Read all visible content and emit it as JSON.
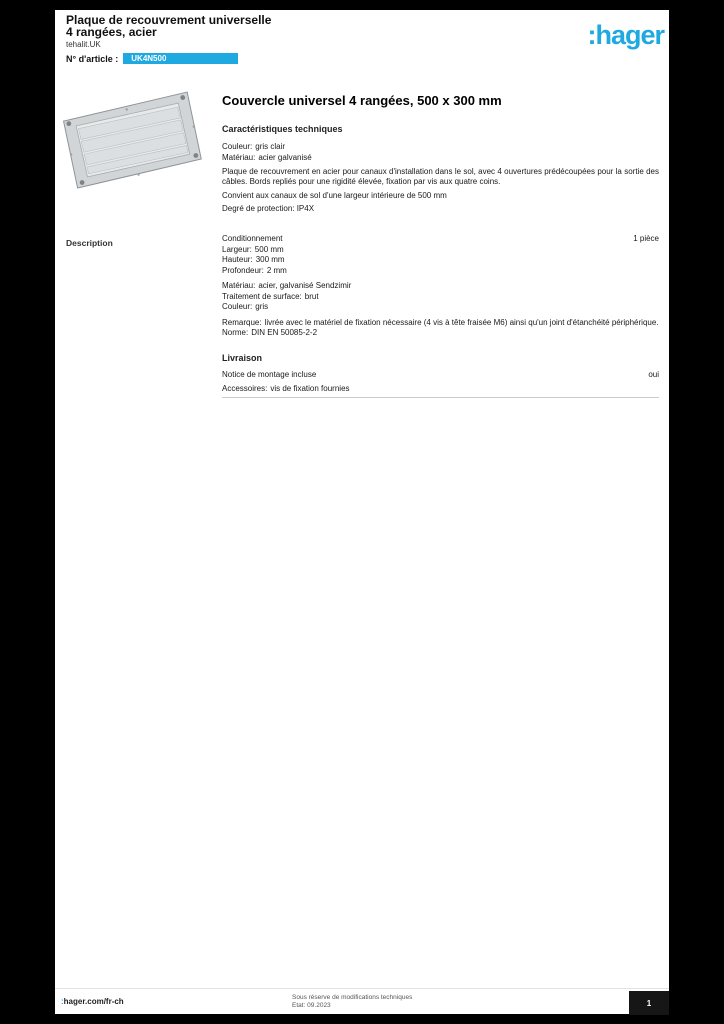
{
  "colors": {
    "accent": "#1fa9e1",
    "page_bg": "#ffffff",
    "canvas_bg": "#000000",
    "footer_box_bg": "#161616"
  },
  "header": {
    "title_line1": "Plaque de recouvrement universelle",
    "title_line2": "4 rangées, acier",
    "subtitle": "tehalit.UK",
    "ref_label": "N° d'article :",
    "badge_text": "UK4N500",
    "logo_text": ":hager"
  },
  "product": {
    "title": "Couvercle universel 4 rangées, 500 x 300 mm"
  },
  "characteristics": {
    "section_title": "Caractéristiques techniques",
    "lines": [
      {
        "label": "Couleur:",
        "value": "gris clair"
      },
      {
        "label": "Matériau:",
        "value": "acier galvanisé"
      }
    ],
    "paragraph": "Plaque de recouvrement en acier pour canaux d'installation dans le sol, avec 4 ouvertures prédécoupées pour la sortie des câbles. Bords repliés pour une rigidité élevée, fixation par vis aux quatre coins.",
    "note": "Convient aux canaux de sol d'une largeur intérieure de 500 mm",
    "protection": "Degré de protection: IP4X"
  },
  "details": {
    "sidebar_label": "Description",
    "rows": [
      {
        "label": "Conditionnement",
        "value": "1 pièce"
      },
      {
        "label": "Largeur:",
        "value": "500 mm"
      },
      {
        "label": "Hauteur:",
        "value": "300 mm"
      },
      {
        "label": "Profondeur:",
        "value": "2 mm"
      },
      {
        "label": "Matériau:",
        "value": "acier, galvanisé Sendzimir"
      },
      {
        "label": "Traitement de surface:",
        "value": "brut"
      },
      {
        "label": "Couleur:",
        "value": "gris"
      },
      {
        "label": "Remarque:",
        "value": "livrée avec le matériel de fixation nécessaire (4 vis à tête fraisée M6) ainsi qu'un joint d'étanchéité périphérique."
      },
      {
        "label": "Norme:",
        "value": "DIN EN 50085-2-2"
      }
    ]
  },
  "delivery": {
    "section_title": "Livraison",
    "rows": [
      {
        "label": "Notice de montage incluse",
        "value": "oui"
      },
      {
        "label": "Accessoires:",
        "value": "vis de fixation fournies"
      }
    ]
  },
  "footer": {
    "site": "hager.com/fr-ch",
    "note_line1": "Sous réserve de modifications techniques",
    "note_line2": "Etat: 09.2023",
    "page_box": "1"
  }
}
